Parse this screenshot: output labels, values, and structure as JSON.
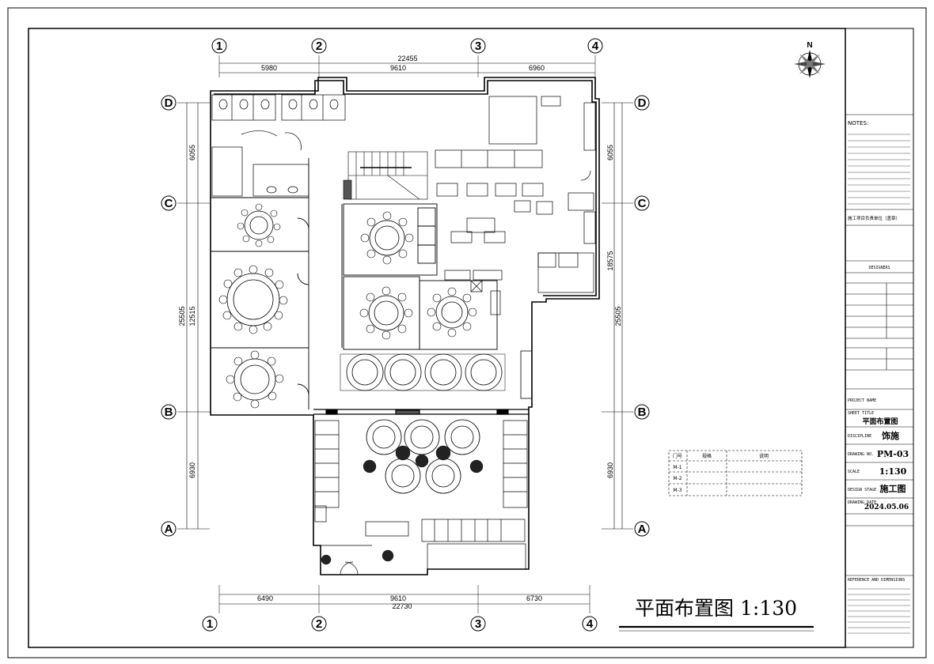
{
  "drawing": {
    "title": "平面布置图",
    "scale_label": "1:130",
    "north_label": "N"
  },
  "axes": {
    "top": [
      "1",
      "2",
      "3",
      "4"
    ],
    "bottom": [
      "1",
      "2",
      "3",
      "4"
    ],
    "left": [
      "D",
      "C",
      "B",
      "A"
    ],
    "right": [
      "D",
      "C",
      "B",
      "A"
    ]
  },
  "dimensions": {
    "top_total": "22455",
    "top_segments": [
      "5980",
      "9610",
      "6960"
    ],
    "bottom_total": "22730",
    "bottom_segments": [
      "6490",
      "9610",
      "6730"
    ],
    "left_total": "25505",
    "left_segments": [
      "6055",
      "12515",
      "6930"
    ],
    "right_total": "25505",
    "right_segments": [
      "6055",
      "18575",
      "6930"
    ]
  },
  "door_schedule": {
    "headers": [
      "门号",
      "规格",
      "说明"
    ],
    "rows": [
      {
        "code": "M-1",
        "spec": "",
        "desc": ""
      },
      {
        "code": "M-2",
        "spec": "",
        "desc": ""
      },
      {
        "code": "M-3",
        "spec": "",
        "desc": ""
      }
    ]
  },
  "notes": {
    "heading": "NOTES:"
  },
  "title_block": {
    "company": "施工项目负责单位（盖章）",
    "designer_group": "DESIGNERS",
    "project_name_label": "PROJECT NAME",
    "project_name": "",
    "sheet_title_label": "SHEET TITLE",
    "sheet_title": "平面布置图",
    "discipline_label": "DISCIPLINE",
    "discipline": "饰施",
    "drawing_no_label": "DRAWING NO.",
    "drawing_no": "PM-03",
    "scale_label": "SCALE",
    "scale": "1:130",
    "design_stage_label": "DESIGN STAGE",
    "design_stage": "施工图",
    "drawing_date_label": "DRAWING DATE",
    "drawing_date": "2024.05.06",
    "footer_heading": "REFERENCE AND DIMENSIONS"
  }
}
